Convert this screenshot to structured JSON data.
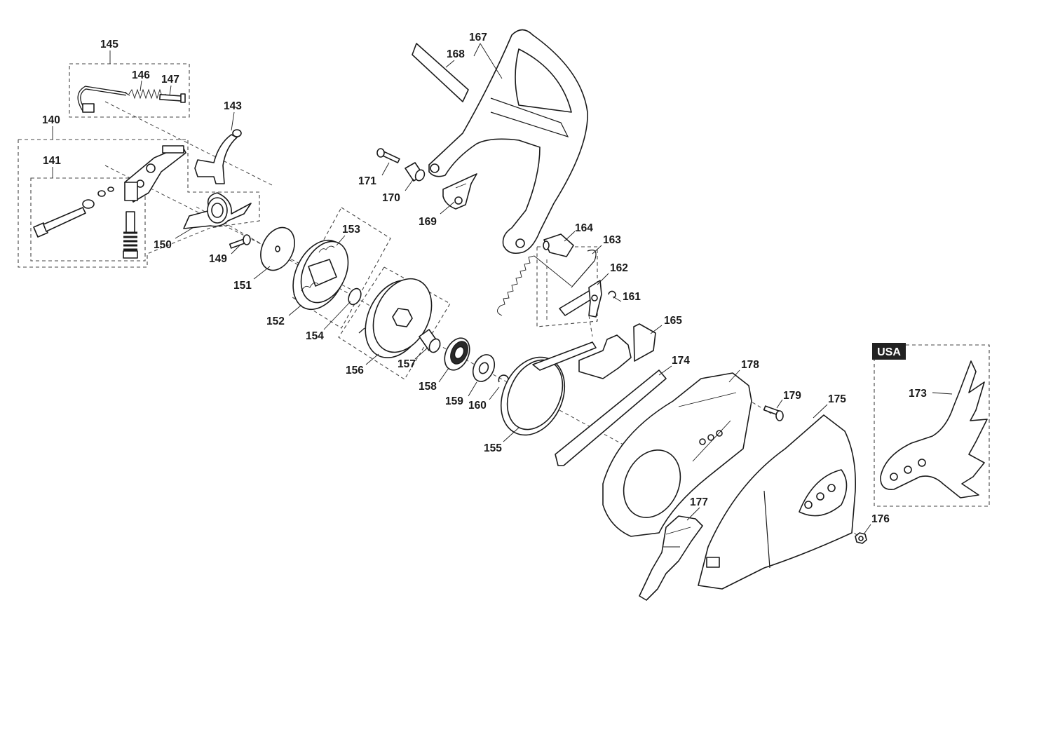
{
  "badge": {
    "text": "USA",
    "color": "#222222"
  },
  "labels": {
    "p140": "140",
    "p141": "141",
    "p143": "143",
    "p145": "145",
    "p146": "146",
    "p147": "147",
    "p149": "149",
    "p150": "150",
    "p151": "151",
    "p152": "152",
    "p153": "153",
    "p154": "154",
    "p155": "155",
    "p156": "156",
    "p157": "157",
    "p158": "158",
    "p159": "159",
    "p160": "160",
    "p161": "161",
    "p162": "162",
    "p163": "163",
    "p164": "164",
    "p165": "165",
    "p167": "167",
    "p168": "168",
    "p169": "169",
    "p170": "170",
    "p171": "171",
    "p173": "173",
    "p174": "174",
    "p175": "175",
    "p176": "176",
    "p177": "177",
    "p178": "178",
    "p179": "179"
  }
}
